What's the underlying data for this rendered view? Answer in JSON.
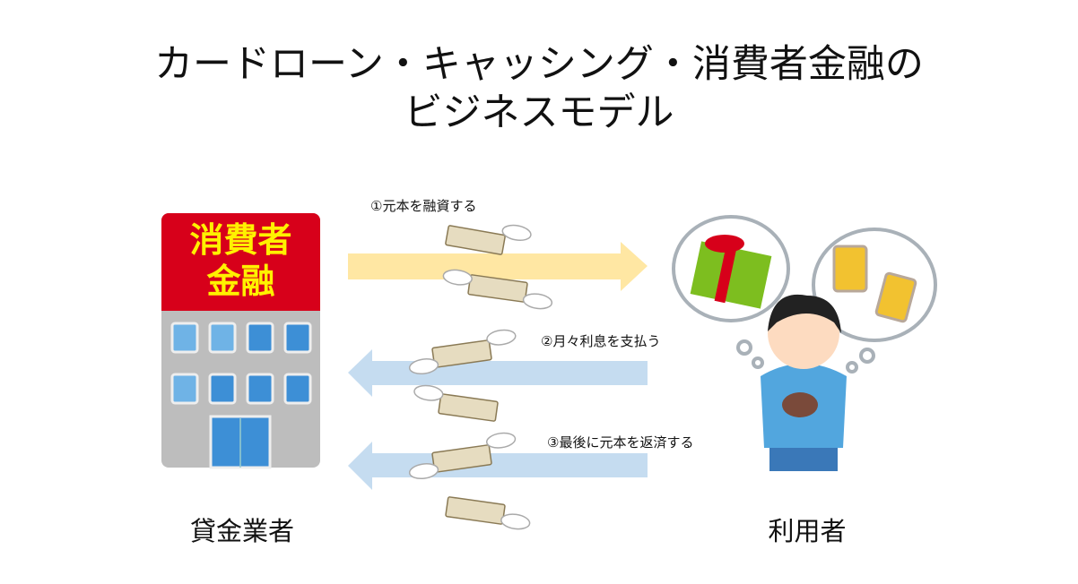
{
  "title": {
    "line1": "カードローン・キャッシング・消費者金融の",
    "line2": "ビジネスモデル"
  },
  "lender": {
    "sign_line1": "消費者",
    "sign_line2": "金融",
    "caption": "貸金業者"
  },
  "borrower": {
    "caption": "利用者"
  },
  "flows": [
    {
      "label": "①元本を融資する",
      "direction": "lender-to-borrower",
      "color": "#FFE7A3"
    },
    {
      "label": "②月々利息を支払う",
      "direction": "borrower-to-lender",
      "color": "#C5DCF0"
    },
    {
      "label": "③最後に元本を返済する",
      "direction": "borrower-to-lender",
      "color": "#C5DCF0"
    }
  ],
  "colors": {
    "sign_red": "#D7001A",
    "sign_text": "#FFF100",
    "building_gray": "#BDBDBD",
    "window_blue": "#3D8FD6"
  }
}
